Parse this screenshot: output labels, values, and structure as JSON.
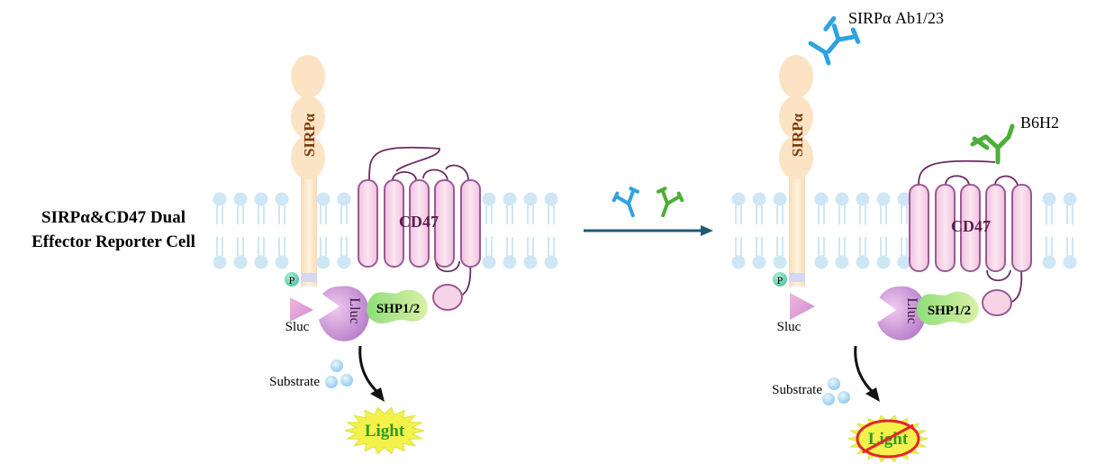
{
  "title_lines": [
    "SIRPα&CD47 Dual",
    "Effector Reporter Cell"
  ],
  "left_panel": {
    "sirpa_label": "SIRPα",
    "cd47_label": "CD47",
    "p_label": "P",
    "lluc_label": "Lluc",
    "sluc_label": "Sluc",
    "shp_label": "SHP1/2",
    "substrate_label": "Substrate",
    "light_label": "Light"
  },
  "right_panel": {
    "sirpa_label": "SIRPα",
    "cd47_label": "CD47",
    "p_label": "P",
    "lluc_label": "Lluc",
    "sluc_label": "Sluc",
    "shp_label": "SHP1/2",
    "substrate_label": "Substrate",
    "light_label": "Light",
    "antibody1_label": "SIRPα Ab1/23",
    "antibody2_label": "B6H2"
  },
  "colors": {
    "membrane": "#cfe6f5",
    "sirpa": "#fbe7cc",
    "sirpa_text": "#7a3a10",
    "cd47_fill": "#f6d3e6",
    "cd47_stroke": "#9a5a94",
    "lluc": "#c98fd6",
    "sluc": "#d597d0",
    "shp": "#b9e58f",
    "p_bubble": "#6fd4b4",
    "substrate": "#a9d8f3",
    "light_star": "#f4f24a",
    "light_text": "#2f9a2a",
    "ab_blue": "#2fa3e0",
    "ab_green": "#4caf3a",
    "arrow": "#1f5a76",
    "cross": "#e3262a"
  }
}
